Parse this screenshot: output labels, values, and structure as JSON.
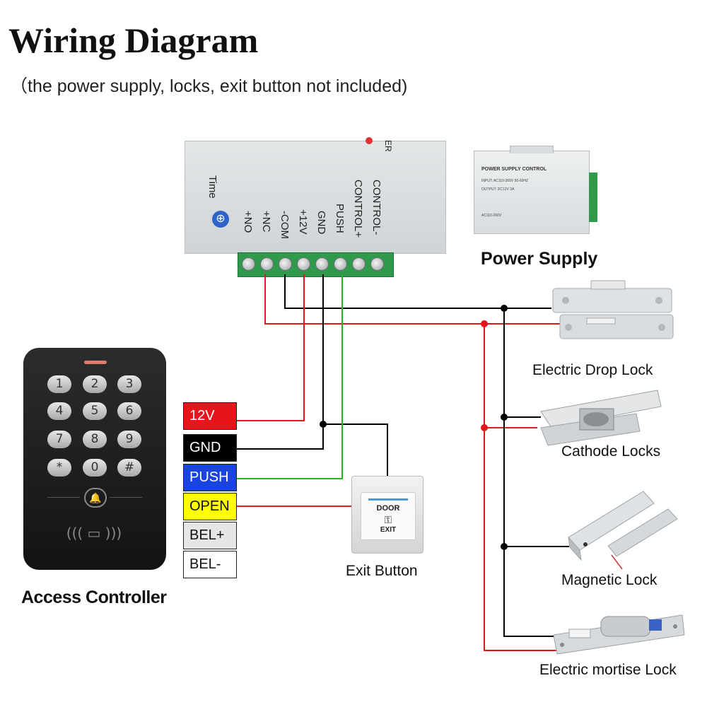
{
  "title": "Wiring Diagram",
  "subtitle": "（the power supply, locks, exit button not included)",
  "power_supply": {
    "label": "Power Supply",
    "terminals": [
      "+NO",
      "+NC",
      "-COM",
      "+12V",
      "GND",
      "PUSH",
      "CONTROL+",
      "CONTROL-"
    ],
    "time_label": "Time",
    "power_label": "ER",
    "small": {
      "title": "POWER SUPPLY CONTROL",
      "input": "INPUT: AC110-260V 50-60HZ",
      "output": "OUTPUT: DC12V 3A",
      "ac": "AC110-260V"
    }
  },
  "controller": {
    "label": "Access Controller",
    "keys": [
      "1",
      "2",
      "3",
      "4",
      "5",
      "6",
      "7",
      "8",
      "9",
      "*",
      "0",
      "#"
    ],
    "wires": [
      {
        "label": "12V",
        "bg": "#e8141b",
        "fg": "#ffffff"
      },
      {
        "label": "GND",
        "bg": "#000000",
        "fg": "#ffffff"
      },
      {
        "label": "PUSH",
        "bg": "#1a44e0",
        "fg": "#ffffff"
      },
      {
        "label": "OPEN",
        "bg": "#ffff00",
        "fg": "#111111"
      },
      {
        "label": "BEL+",
        "bg": "#e6e6e6",
        "fg": "#111111"
      },
      {
        "label": "BEL-",
        "bg": "#ffffff",
        "fg": "#111111"
      }
    ]
  },
  "exit_button": {
    "label": "Exit Button",
    "door_text": "DOOR",
    "exit_text": "EXIT"
  },
  "locks": [
    {
      "label": "Electric Drop Lock"
    },
    {
      "label": "Cathode Locks"
    },
    {
      "label": "Magnetic Lock"
    },
    {
      "label": "Electric mortise Lock"
    }
  ],
  "colors": {
    "red_wire": "#e8141b",
    "black_wire": "#000000",
    "green_wire": "#22b422",
    "terminal_green": "#2f9a4c"
  }
}
